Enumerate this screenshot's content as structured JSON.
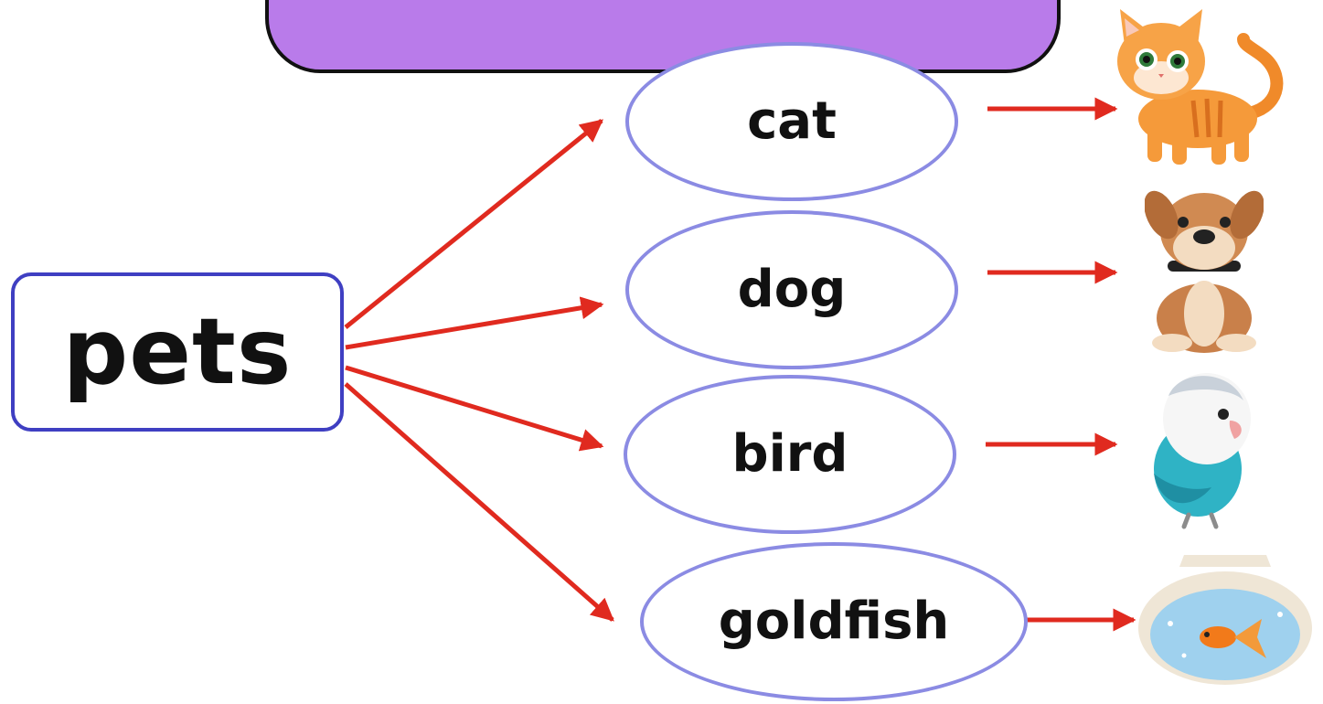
{
  "root": {
    "label": "pets"
  },
  "nodes": [
    {
      "label": "cat",
      "picture": "cat-picture"
    },
    {
      "label": "dog",
      "picture": "dog-picture"
    },
    {
      "label": "bird",
      "picture": "bird-picture"
    },
    {
      "label": "goldfish",
      "picture": "goldfish-bowl-picture"
    }
  ],
  "colors": {
    "arrow": "#e02a1f",
    "node_border": "#8b8be3",
    "root_border": "#3f3fc2",
    "banner": "#b97bea"
  }
}
